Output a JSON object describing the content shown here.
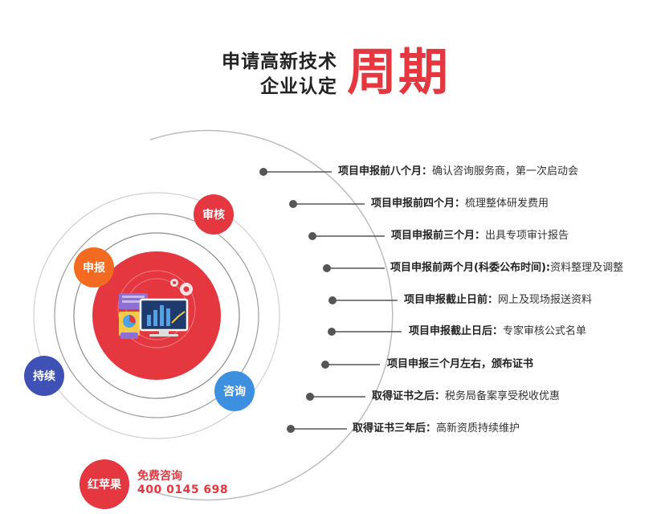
{
  "header": {
    "line1": "申请高新技术",
    "line2": "企业认定",
    "highlight": "周期",
    "highlight_color": "#e4373f"
  },
  "steps": [
    {
      "key": "项目申报前八个月：",
      "desc": "确认咨询服务商，第一次启动会"
    },
    {
      "key": "项目申报前四个月：",
      "desc": "梳理整体研发费用"
    },
    {
      "key": "项目申报前三个月：",
      "desc": "出具专项审计报告"
    },
    {
      "key": "项目申报前两个月(科委公布时间):",
      "desc": "资料整理及调整"
    },
    {
      "key": "项目申报截止日前：",
      "desc": "网上及现场报送资料"
    },
    {
      "key": "项目申报截止日后：",
      "desc": "专家审核公式名单"
    },
    {
      "key": "项目申报三个月左右，颁布证书",
      "desc": ""
    },
    {
      "key": "取得证书之后：",
      "desc": "税务局备案享受税收优惠"
    },
    {
      "key": "取得证书三年后：",
      "desc": "高新资质持续维护"
    }
  ],
  "badges": {
    "audit": {
      "label": "审核",
      "color": "#e4373f"
    },
    "declare": {
      "label": "申报",
      "color": "#f26b21"
    },
    "consult": {
      "label": "咨询",
      "color": "#3d8fe0"
    },
    "continue": {
      "label": "持续",
      "color": "#3f51b5"
    },
    "brand": {
      "label": "红苹果",
      "color": "#e4373f"
    }
  },
  "cta": {
    "label": "免费咨询",
    "phone": "400 0145 698"
  },
  "center_icon": "computer-analytics-illustration",
  "colors": {
    "ring": "#bdbdbd",
    "dot": "#555555",
    "center": "#e4373f"
  }
}
